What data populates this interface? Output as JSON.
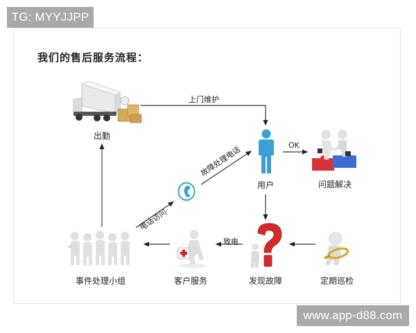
{
  "watermarks": {
    "top": "TG: MYYJJPP",
    "bottom": "www.app-d88.com"
  },
  "title": "我们的售后服务流程：",
  "nodes": [
    {
      "id": "dispatch",
      "label": "出勤",
      "icon": "truck-with-boxes-icon"
    },
    {
      "id": "user",
      "label": "用户",
      "icon": "person-icon"
    },
    {
      "id": "resolved",
      "label": "问题解决",
      "icon": "handshake-puzzle-icon"
    },
    {
      "id": "phone",
      "label": "",
      "icon": "phone-icon"
    },
    {
      "id": "team",
      "label": "事件处理小组",
      "icon": "group-of-people-icon"
    },
    {
      "id": "service",
      "label": "客户服务",
      "icon": "first-aid-kit-person-icon"
    },
    {
      "id": "fault",
      "label": "发现故障",
      "icon": "question-mark-person-icon"
    },
    {
      "id": "inspect",
      "label": "定期巡检",
      "icon": "magnifier-person-icon"
    }
  ],
  "edges": [
    {
      "from": "dispatch",
      "to": "user",
      "label": "上门维护"
    },
    {
      "from": "user",
      "to": "resolved",
      "label": "OK"
    },
    {
      "from": "phone",
      "to": "user",
      "label": "故障处理电话"
    },
    {
      "from": "team",
      "to": "phone",
      "label": "电话访问"
    },
    {
      "from": "user",
      "to": "fault",
      "label": ""
    },
    {
      "from": "fault",
      "to": "service",
      "label": "致电"
    },
    {
      "from": "service",
      "to": "team",
      "label": ""
    },
    {
      "from": "inspect",
      "to": "fault",
      "label": ""
    },
    {
      "from": "team",
      "to": "dispatch",
      "label": ""
    }
  ],
  "colors": {
    "user_blue": "#3a9fd6",
    "question_red": "#d42a2a",
    "puzzle_red": "#d8333a",
    "puzzle_blue": "#3b6fd4",
    "magnifier_gold": "#d9a520",
    "watermark_bg": "#a9a9a9"
  }
}
